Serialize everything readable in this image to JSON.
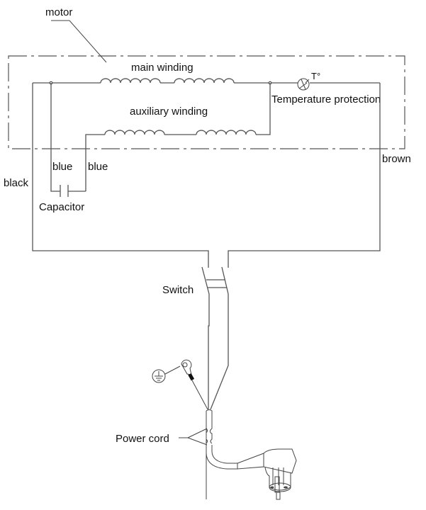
{
  "diagram": {
    "type": "wiring-diagram",
    "colors": {
      "line": "#555555",
      "text": "#111111",
      "background": "#ffffff"
    },
    "labels": {
      "motor": "motor",
      "main_winding": "main winding",
      "auxiliary_winding": "auxiliary winding",
      "temperature_protection": "Temperature protection",
      "temperature_symbol": "T°",
      "brown": "brown",
      "black": "black",
      "blue_left": "blue",
      "blue_right": "blue",
      "capacitor": "Capacitor",
      "switch": "Switch",
      "power_cord": "Power cord"
    },
    "components": [
      {
        "id": "motor-housing",
        "label": "motor"
      },
      {
        "id": "main-winding",
        "label": "main winding",
        "coil_groups": 2
      },
      {
        "id": "auxiliary-winding",
        "label": "auxiliary winding",
        "coil_groups": 2
      },
      {
        "id": "temperature-protection",
        "label": "Temperature protection"
      },
      {
        "id": "capacitor",
        "label": "Capacitor"
      },
      {
        "id": "switch",
        "label": "Switch",
        "poles": 2
      },
      {
        "id": "ground-terminal",
        "icon": "ground-icon"
      },
      {
        "id": "power-cord",
        "label": "Power cord"
      },
      {
        "id": "plug",
        "icon": "plug-icon"
      }
    ],
    "wires": [
      {
        "color": "black",
        "from": "main-winding",
        "to": "switch"
      },
      {
        "color": "brown",
        "from": "temperature-protection",
        "to": "switch"
      },
      {
        "color": "blue",
        "from": "main-winding",
        "to": "capacitor"
      },
      {
        "color": "blue",
        "from": "auxiliary-winding",
        "to": "capacitor"
      }
    ]
  }
}
